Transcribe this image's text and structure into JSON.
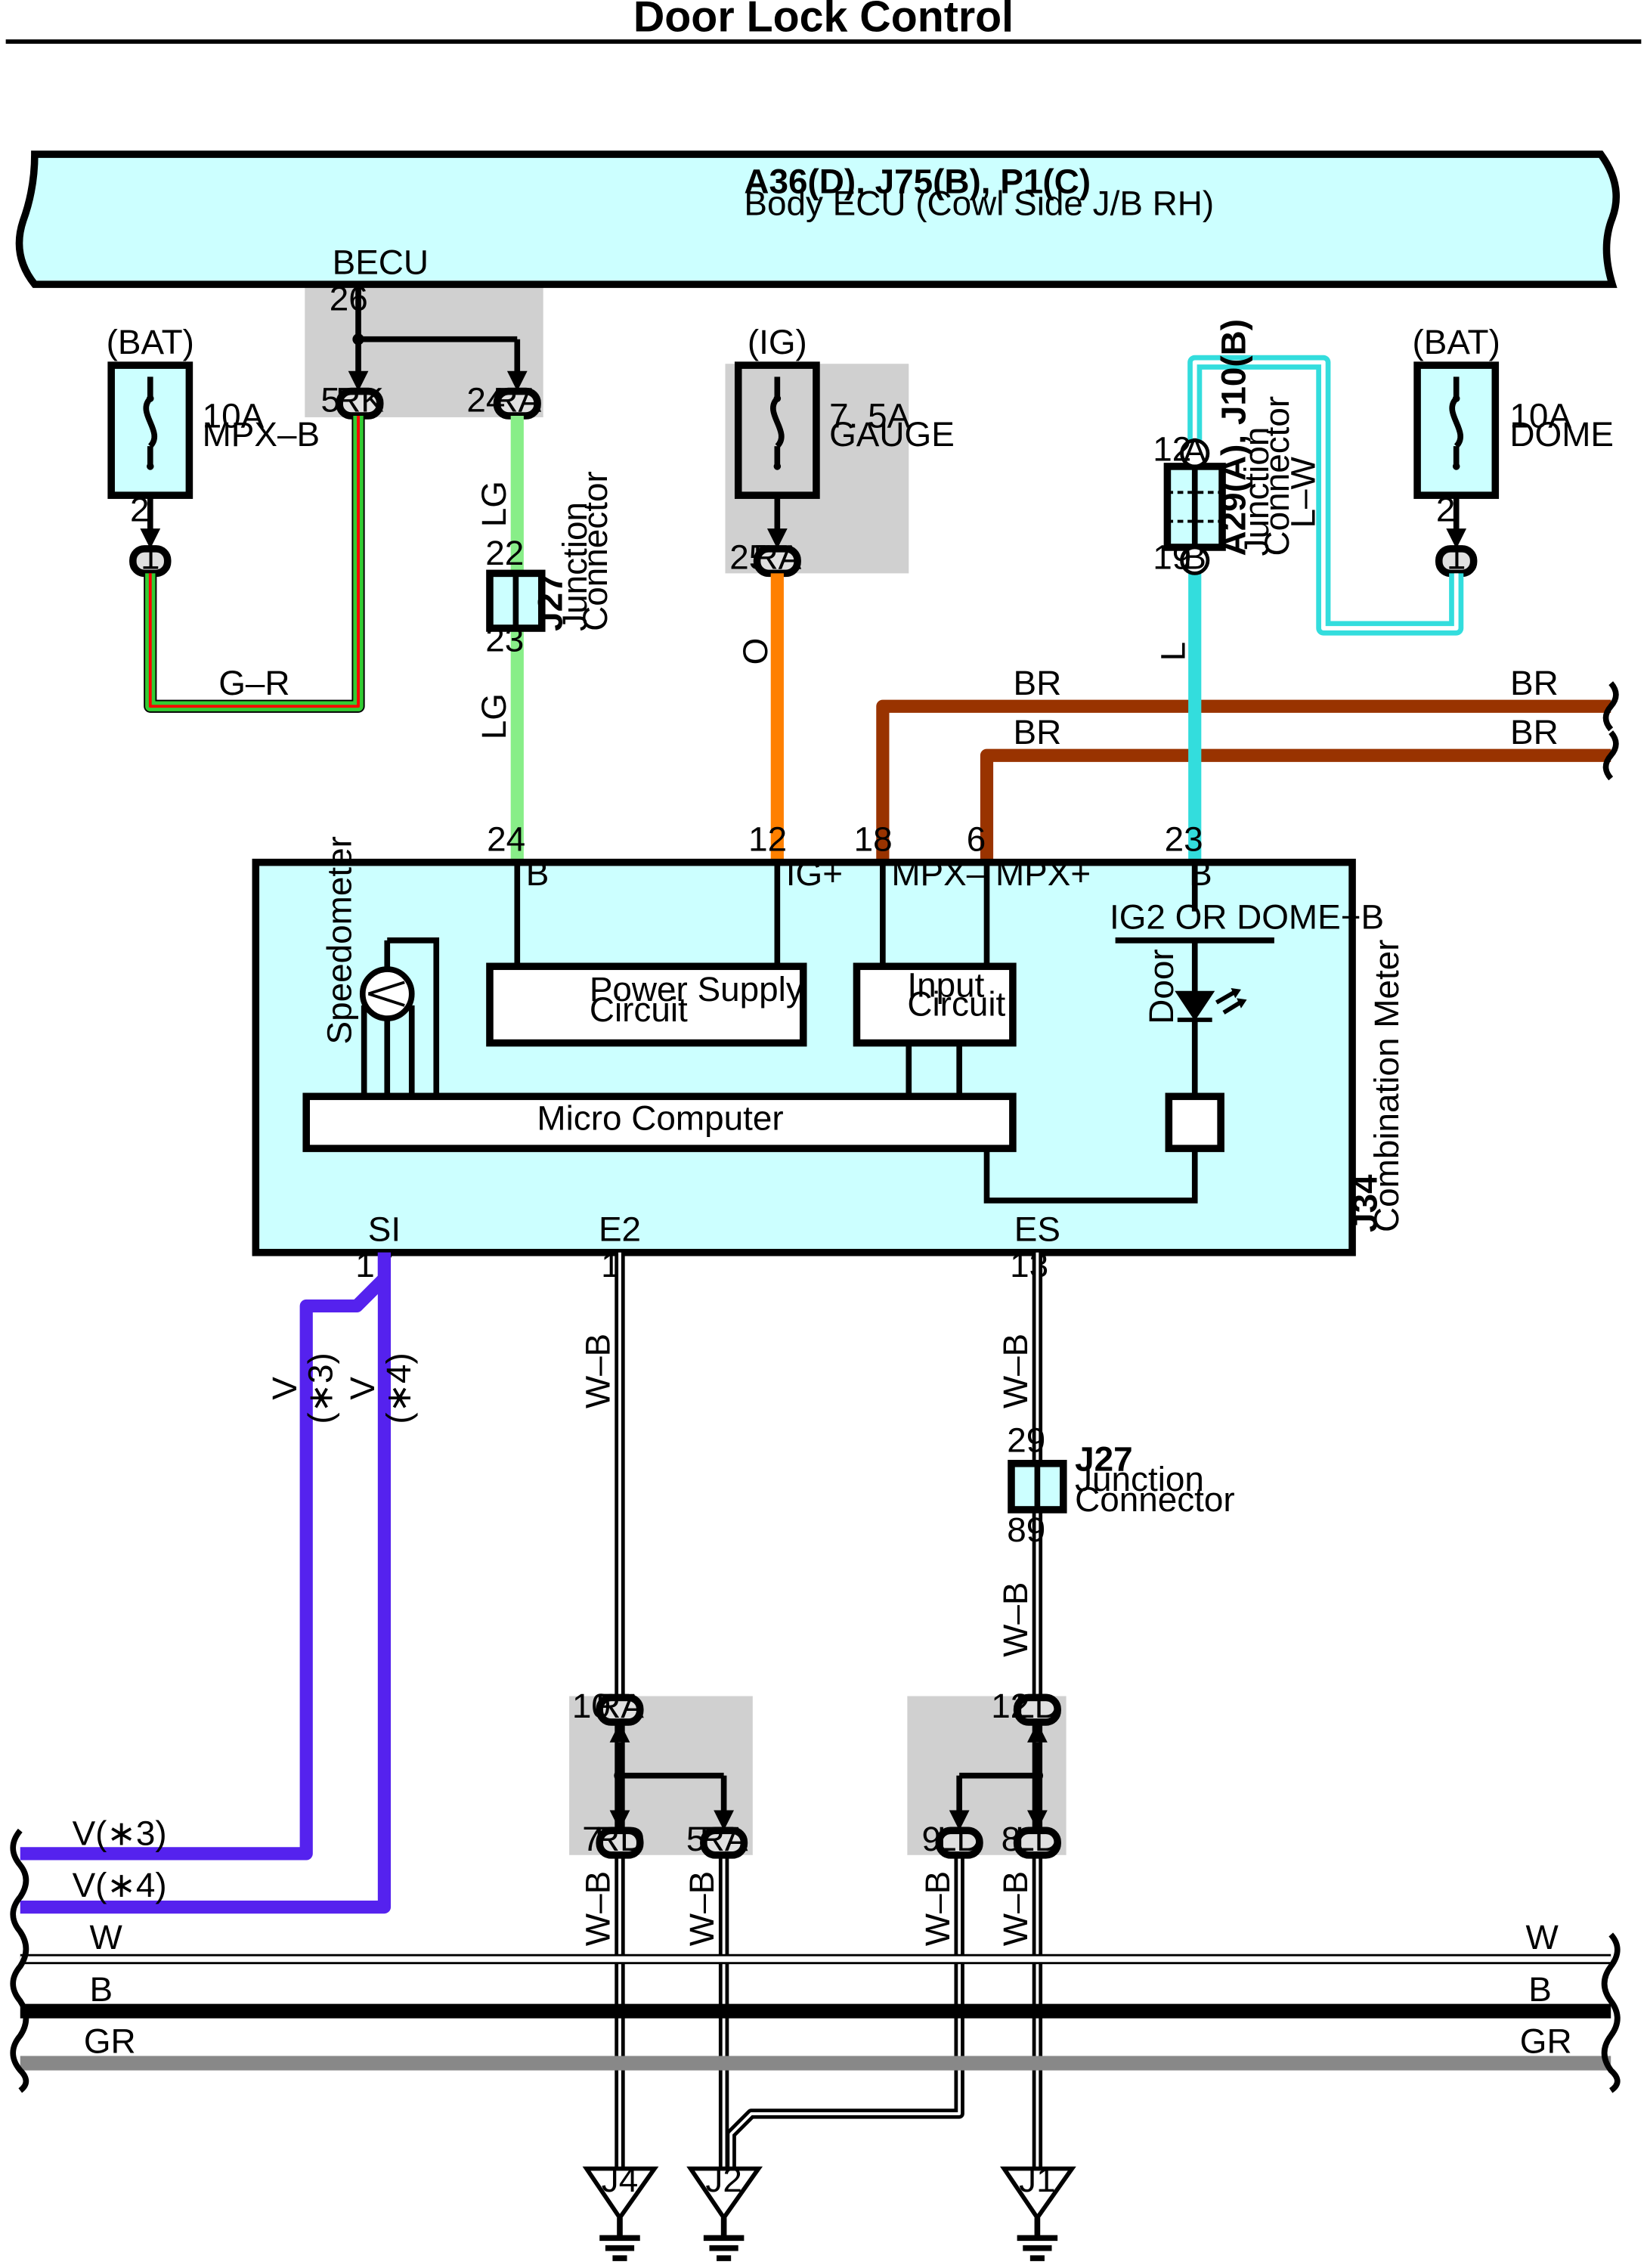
{
  "title": "Door Lock Control",
  "colors": {
    "ecu_fill": "#ccffff",
    "splice_fill": "#d0d0d0",
    "wire_G": "#33cc33",
    "wire_R": "#ff0000",
    "wire_LG": "#88ee88",
    "wire_O": "#ff8000",
    "wire_BR": "#993300",
    "wire_L": "#33dddd",
    "wire_V": "#5522ee",
    "wire_B": "#000000",
    "wire_GR": "#888888"
  },
  "body_ecu": {
    "codes": "A36(D), J75(B), P1(C)",
    "name": "Body ECU (Cowl Side J/B RH)",
    "terminal": "BECU",
    "pin_26": "26",
    "pin_5": "5",
    "tag_rk": "RK",
    "pin_24": "24",
    "tag_ra": "RA"
  },
  "fuses": {
    "mpxb": {
      "source": "(BAT)",
      "amp": "10A",
      "name": "MPX–B",
      "pin": "2",
      "conn": "1"
    },
    "gauge": {
      "source": "(IG)",
      "amp": "7. 5A",
      "name": "GAUGE",
      "pin": "25",
      "conn": "RA"
    },
    "dome": {
      "source": "(BAT)",
      "amp": "10A",
      "name": "DOME",
      "pin": "2",
      "conn": "1"
    }
  },
  "wires": {
    "gr": "G–R",
    "lg": "LG",
    "o": "O",
    "br": "BR",
    "l": "L",
    "lw": "L–W",
    "v": "V",
    "v3": "(∗3)",
    "v4": "(∗4)",
    "wb": "W–B",
    "v3_left": "V(∗3)",
    "v4_left": "V(∗4)",
    "w": "W",
    "b": "B",
    "gr_bus": "GR"
  },
  "j27_top": {
    "code": "J27",
    "label1": "Junction",
    "label2": "Connector",
    "pin_top": "22",
    "pin_bottom": "23"
  },
  "a29": {
    "code": "A29(A), J10(B)",
    "label1": "Junction",
    "label2": "Connector",
    "pin_top": "12",
    "tag_top": "A",
    "pin_bottom": "19",
    "tag_bottom": "B"
  },
  "meter": {
    "code": "J34",
    "name": "Combination Meter",
    "pin_b": "24",
    "pin_ig": "12",
    "pin_mpxm": "18",
    "pin_mpxp": "6",
    "pin_b2": "23",
    "term_b": "B",
    "term_ig": "IG+",
    "term_mpxm": "MPX–",
    "term_mpxp": "MPX+",
    "term_b2": "B",
    "ig2_label": "IG2 OR DOME+B",
    "speedometer": "Speedometer",
    "power_supply_1": "Power Supply",
    "power_supply_2": "Circuit",
    "input_1": "Input",
    "input_2": "Circuit",
    "door": "Door",
    "micro": "Micro Computer",
    "term_si": "SI",
    "term_e2": "E2",
    "term_es": "ES",
    "pin_si": "17",
    "pin_e2": "1",
    "pin_es": "13"
  },
  "j27_bottom": {
    "code": "J27",
    "label1": "Junction",
    "label2": "Connector",
    "pin_top": "29",
    "pin_bottom": "89"
  },
  "splice_ra": {
    "pin_top": "10",
    "tag_top": "RA",
    "pin_left": "7",
    "tag_left": "RD",
    "pin_right": "5",
    "tag_right": "RA"
  },
  "splice_ld": {
    "pin_top": "12",
    "tag_top": "LD",
    "pin_left": "9",
    "tag_left": "LD",
    "pin_right": "8",
    "tag_right": "LD"
  },
  "grounds": {
    "j4": "J4",
    "j2": "J2",
    "j1": "J1"
  }
}
